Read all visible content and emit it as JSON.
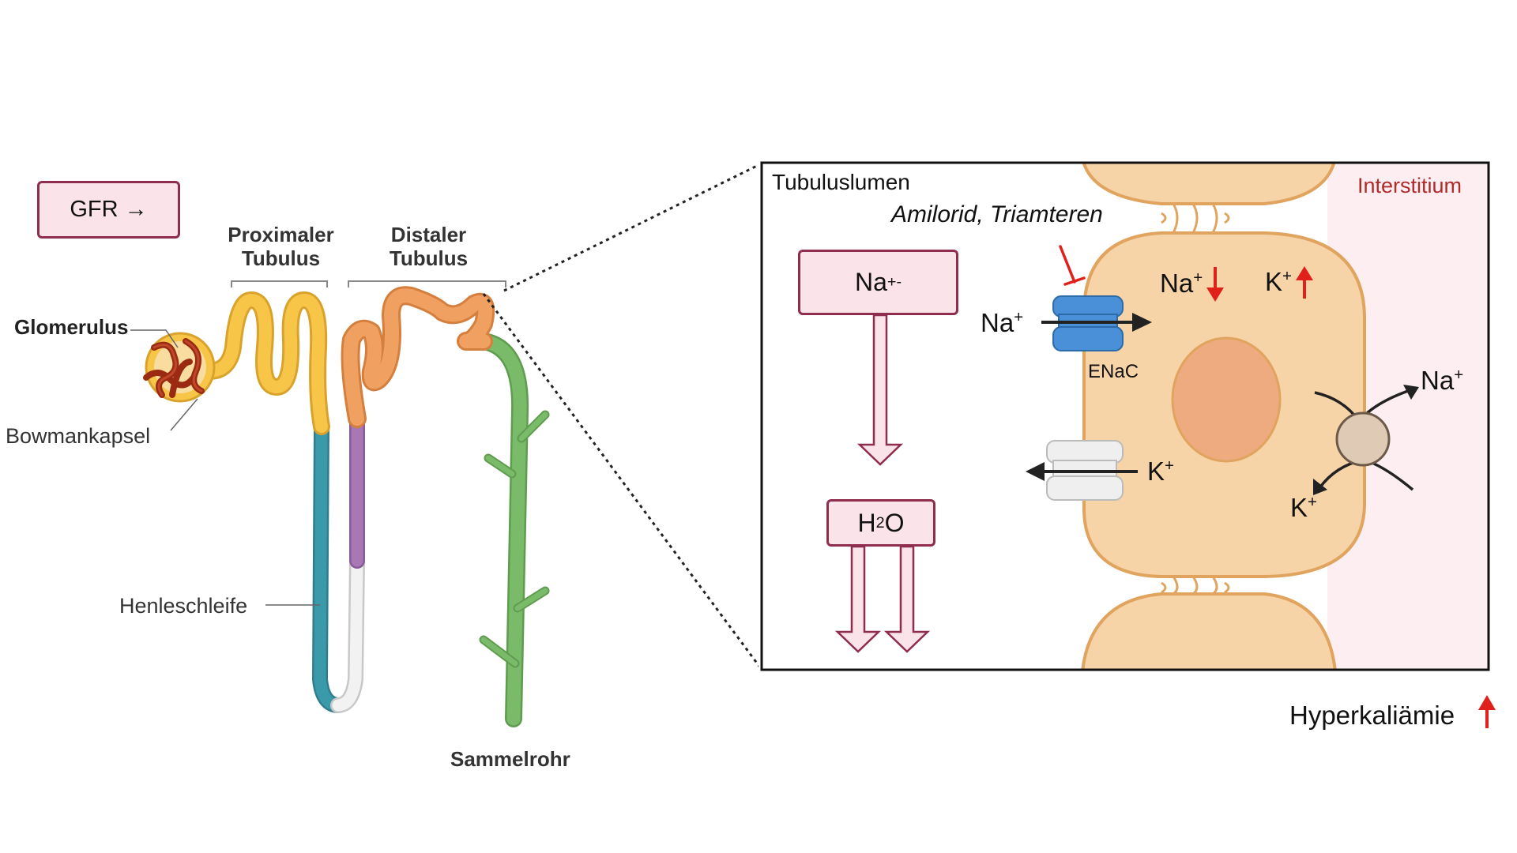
{
  "gfr": {
    "label": "GFR →"
  },
  "nephron": {
    "proximal_label": [
      "Proximaler",
      "Tubulus"
    ],
    "distal_label": [
      "Distaler",
      "Tubulus"
    ],
    "glomerulus_label": "Glomerulus",
    "bowman_label": "Bowmankapsel",
    "henle_label": "Henleschleife",
    "collecting_duct_label": "Sammelrohr"
  },
  "cell_panel": {
    "lumen_label": "Tubuluslumen",
    "interstitium_label": "Interstitium",
    "drugs_label": "Amilorid, Triamteren",
    "na_box": {
      "base": "Na",
      "sup": "+-"
    },
    "h2o_box": {
      "base1": "H",
      "sub": "2",
      "base2": "O"
    },
    "enac_label": "ENaC",
    "na_in": {
      "base": "Na",
      "sup": "+"
    },
    "na_cell": {
      "base": "Na",
      "sup": "+"
    },
    "k_cell": {
      "base": "K",
      "sup": "+"
    },
    "k_out": {
      "base": "K",
      "sup": "+"
    },
    "pump_na": {
      "base": "Na",
      "sup": "+"
    },
    "pump_k": {
      "base": "K",
      "sup": "+"
    }
  },
  "outcome": {
    "label": "Hyperkaliämie"
  },
  "colors": {
    "accent_red": "#e0201a",
    "box_border": "#8f2d4f",
    "box_fill": "#fbe3ea",
    "cell_fill": "#f7d3a8",
    "cell_border": "#e0a45f",
    "interstitium_fill": "#fdeff1",
    "enac_blue": "#4a90d9",
    "proximal_yellow": "#f7c548",
    "distal_orange": "#f0a060",
    "henle_teal": "#3a9aaa",
    "henle_purple": "#a878b5",
    "collecting_green": "#7abb6a"
  }
}
